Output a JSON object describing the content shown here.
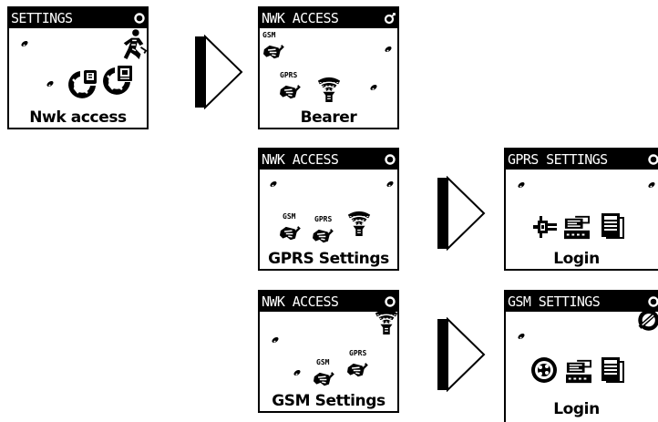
{
  "screens": [
    {
      "title": "SETTINGS",
      "label": "Nwk access"
    },
    {
      "title": "NWK ACCESS",
      "label": "Bearer",
      "tags": [
        "GSM",
        "GPRS"
      ]
    },
    {
      "title": "NWK ACCESS",
      "label": "GPRS Settings",
      "tags": [
        "GSM",
        "GPRS"
      ]
    },
    {
      "title": "GPRS SETTINGS",
      "label": "Login"
    },
    {
      "title": "NWK ACCESS",
      "label": "GSM Settings",
      "tags": [
        "GSM",
        "GPRS"
      ]
    },
    {
      "title": "GSM SETTINGS",
      "label": "Login"
    }
  ]
}
